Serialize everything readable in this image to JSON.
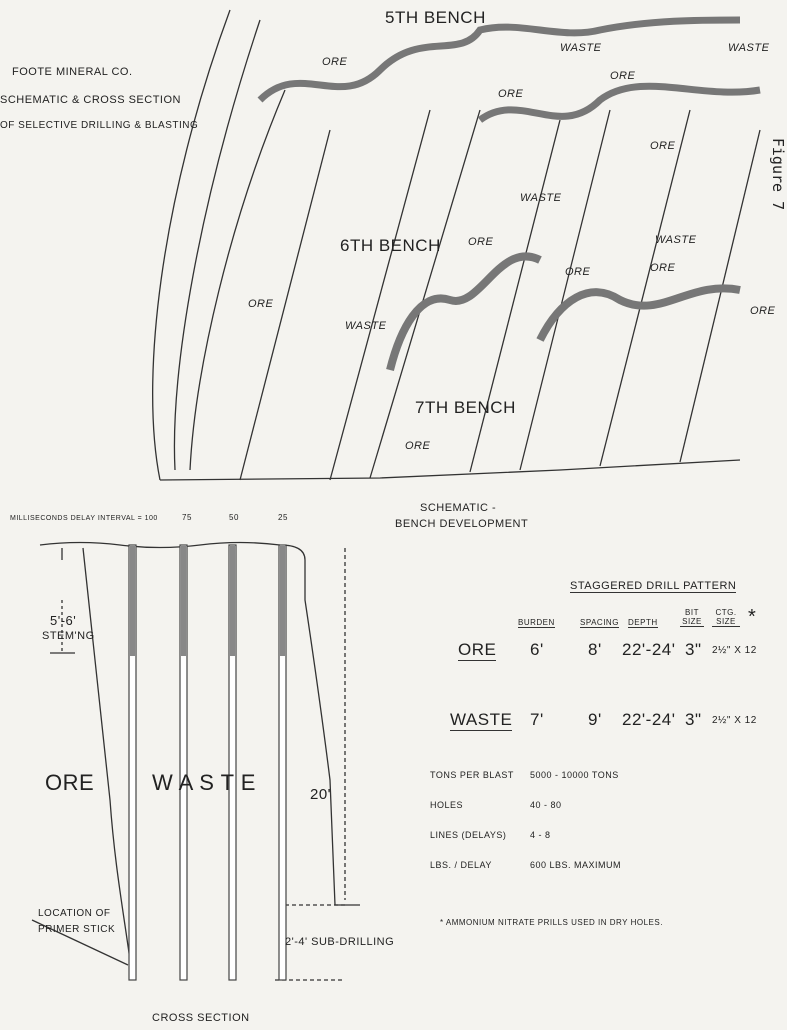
{
  "title": {
    "line1": "Foote Mineral Co.",
    "line2": "Schematic & Cross Section",
    "line3": "of Selective Drilling & Blasting"
  },
  "figure_label": "Figure 7",
  "bench_schematic": {
    "benches": [
      "5th Bench",
      "6th Bench",
      "7th Bench"
    ],
    "labels": [
      "Ore",
      "Waste",
      "Waste",
      "Ore",
      "Ore",
      "Ore",
      "Waste",
      "Ore",
      "Ore",
      "Waste",
      "Ore",
      "Waste",
      "Ore",
      "Ore",
      "Ore"
    ],
    "caption_line1": "Schematic -",
    "caption_line2": "Bench Development"
  },
  "cross_section": {
    "delay_label": "Milliseconds Delay Interval = 100",
    "delays": [
      "75",
      "50",
      "25"
    ],
    "stemming_line1": "5'-6'",
    "stemming_line2": "Stem'ng",
    "ore": "Ore",
    "waste": "W A S T E",
    "height": "20'",
    "primer_line1": "Location of",
    "primer_line2": "Primer Stick",
    "subdrilling": "2'-4' Sub-Drilling",
    "caption": "Cross Section"
  },
  "drill_pattern": {
    "title": "Staggered Drill Pattern",
    "columns": [
      "Burden",
      "Spacing",
      "Depth",
      "Bit Size",
      "Ctg. Size"
    ],
    "asterisk": "*",
    "rows": [
      {
        "label": "Ore",
        "values": [
          "6'",
          "8'",
          "22'-24'",
          "3\"",
          "2½\" x 12"
        ]
      },
      {
        "label": "Waste",
        "values": [
          "7'",
          "9'",
          "22'-24'",
          "3\"",
          "2½\" x 12"
        ]
      }
    ]
  },
  "specs": [
    {
      "label": "Tons Per Blast",
      "value": "5000 - 10000 Tons"
    },
    {
      "label": "Holes",
      "value": "40 - 80"
    },
    {
      "label": "Lines (Delays)",
      "value": "4 - 8"
    },
    {
      "label": "Lbs. / Delay",
      "value": "600 Lbs. Maximum"
    }
  ],
  "footnote": "* Ammonium Nitrate Prills Used In Dry Holes."
}
